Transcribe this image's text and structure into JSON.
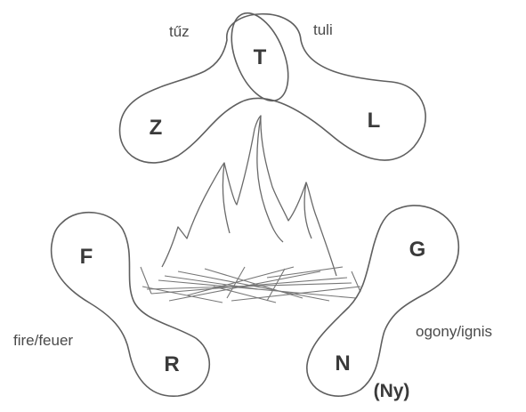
{
  "groups": {
    "top": {
      "word_left": "tűz",
      "word_right": "tuli",
      "letters": [
        "T",
        "Z",
        "L"
      ]
    },
    "left": {
      "word": "fire/feuer",
      "letters": [
        "F",
        "R"
      ]
    },
    "right": {
      "word": "ogony/ignis",
      "letters": [
        "G",
        "N"
      ],
      "extra": "(Ny)"
    }
  }
}
